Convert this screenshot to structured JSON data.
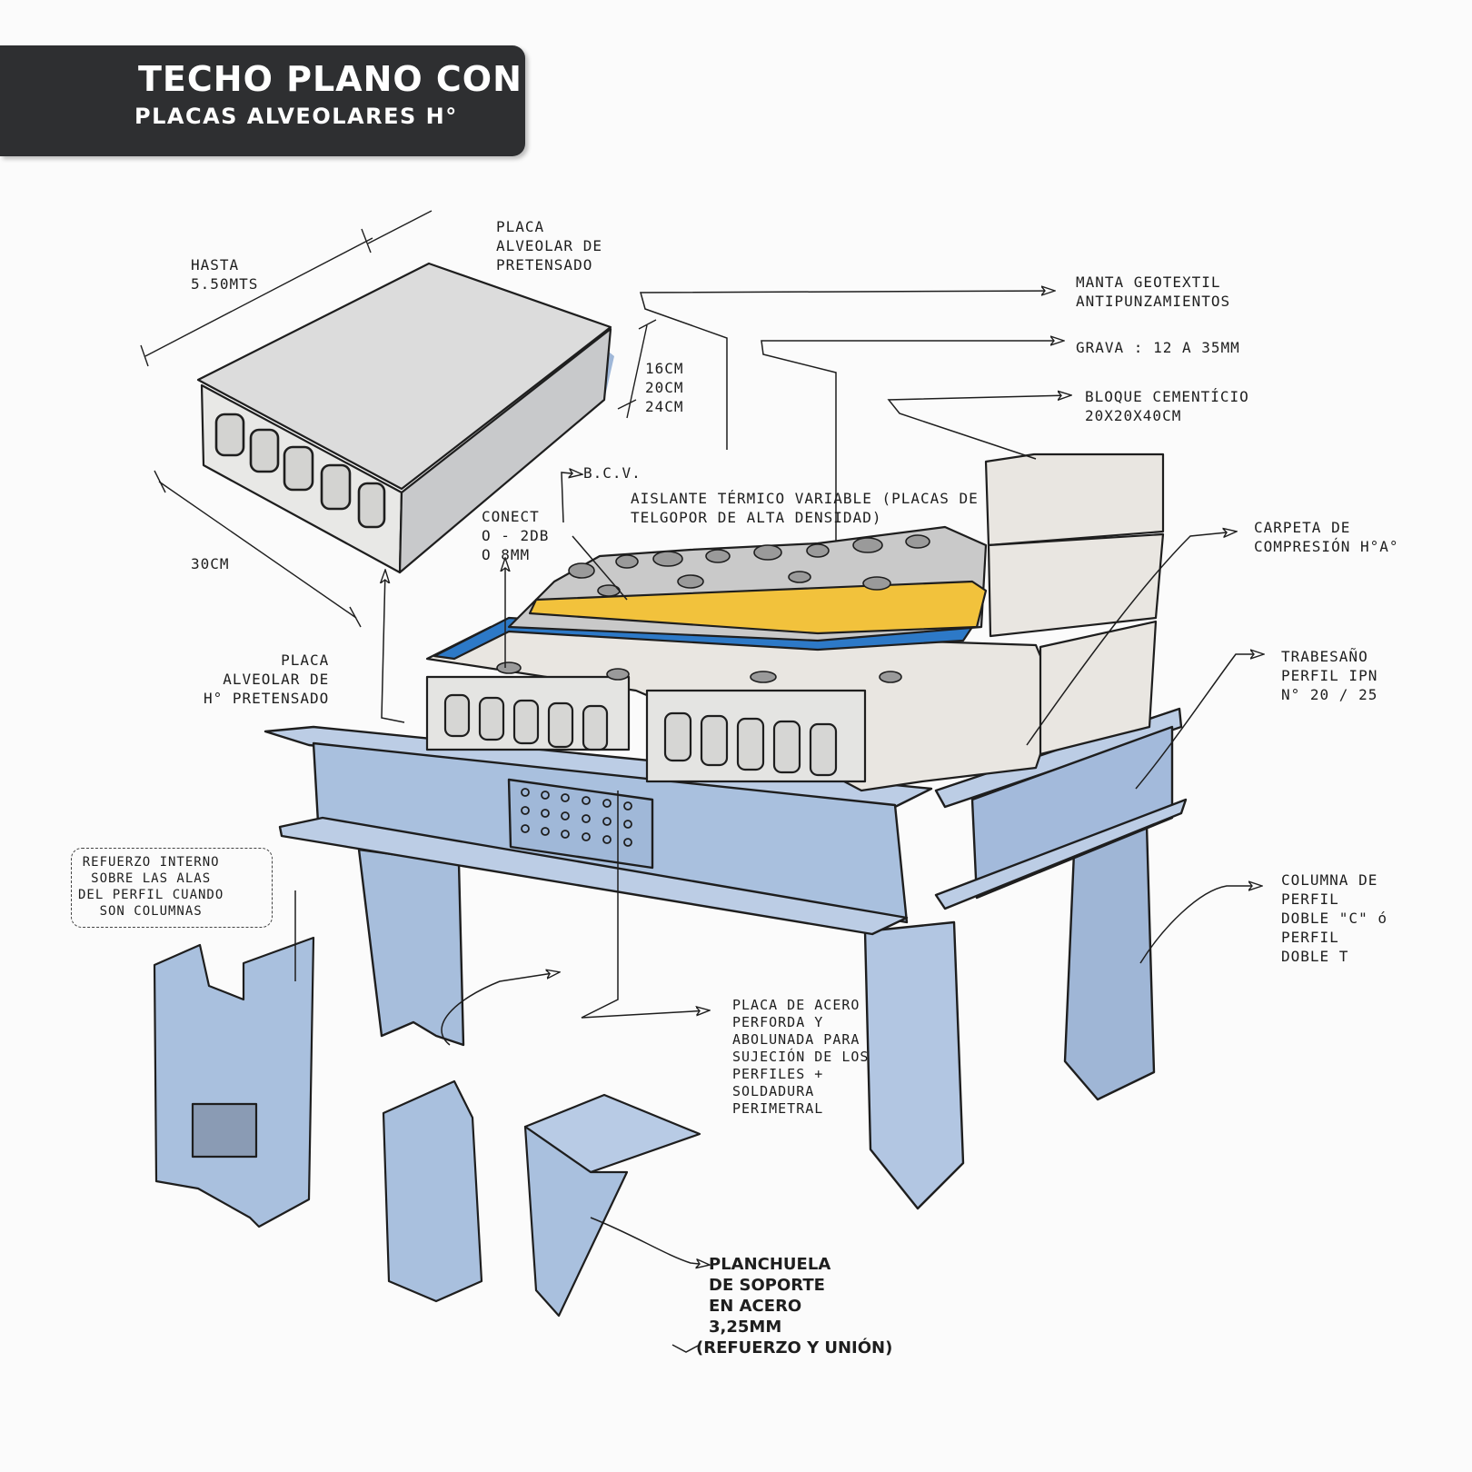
{
  "title": {
    "line1": "TECHO PLANO CON",
    "line2": "PLACAS ALVEOLARES H°"
  },
  "labels": {
    "hasta": "HASTA\n5.50MTS",
    "placa_top": "PLACA\nALVEOLAR DE\nPRETENSADO",
    "espesores": "16CM\n20CM\n24CM",
    "ancho": "30CM",
    "bcv": "B.C.V.",
    "conect": "CONECT\nO - 2DB\nO 8MM",
    "aislante": "AISLANTE TÉRMICO VARIABLE (PLACAS DE\nTELGOPOR DE ALTA DENSIDAD)",
    "manta": "MANTA GEOTEXTIL\nANTIPUNZAMIENTOS",
    "grava": "GRAVA : 12 A 35MM",
    "bloque": "BLOQUE CEMENTÍCIO\n20X20X40CM",
    "carpeta": "CARPETA DE\nCOMPRESIÓN H°A°",
    "trabesano": "TRABESAÑO\nPERFIL IPN\nN° 20 / 25",
    "placa_mid": "PLACA\nALVEOLAR DE\nH° PRETENSADO",
    "refuerzo": "REFUERZO INTERNO\nSOBRE LAS ALAS\nDEL PERFIL CUANDO\nSON COLUMNAS",
    "columna": "COLUMNA DE\nPERFIL\nDOBLE \"C\" ó\nPERFIL\nDOBLE T",
    "placa_acero": "PLACA DE ACERO\nPERFORDA Y\nABOLUNADA PARA\nSUJECIÓN DE LOS\nPERFILES +\nSOLDADURA\nPERIMETRAL",
    "planchuela": "PLANCHUELA\nDE SOPORTE\nEN ACERO\n3,25MM",
    "planchuela_note": "(REFUERZO Y UNIÓN)"
  },
  "colors": {
    "banner": "#2e2f31",
    "steel": "#a9c0de",
    "concrete": "#e9e6e1",
    "insulation": "#f2c23c",
    "membrane": "#2d79c7",
    "ink": "#1e1e1e"
  }
}
